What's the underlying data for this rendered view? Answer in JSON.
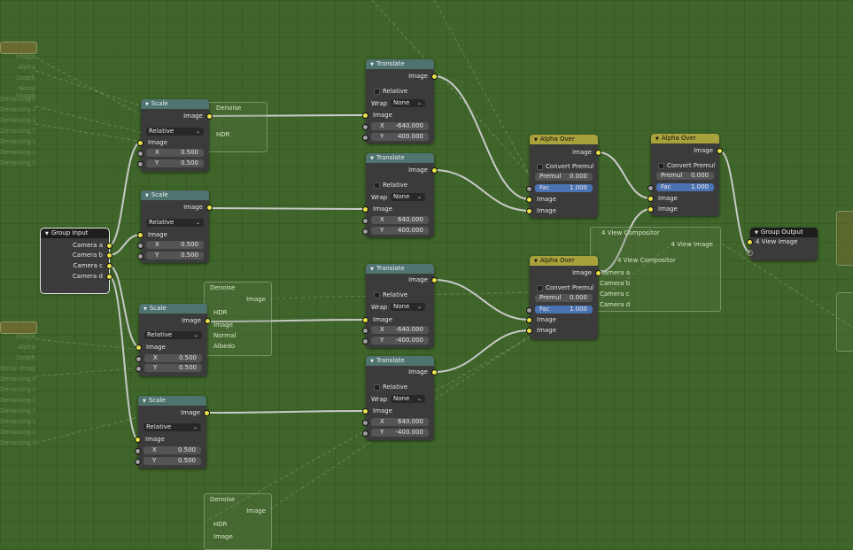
{
  "colors": {
    "background": "#3f652a",
    "distort_header": "#4f7470",
    "mix_header": "#a8a13c",
    "group_header": "#1d1d1d",
    "node_body": "#3b3b3b",
    "image_socket": "#e8e24a",
    "value_socket": "#a0a0a0",
    "fac_field": "#4b72b3"
  },
  "group_input": {
    "title": "Group Input",
    "outputs": [
      "Camera a",
      "Camera b",
      "Camera c",
      "Camera d"
    ]
  },
  "scale_nodes": [
    {
      "title": "Scale",
      "out": "Image",
      "space": "Relative",
      "in": "Image",
      "x_label": "X",
      "x": "0.500",
      "y_label": "Y",
      "y": "0.500"
    },
    {
      "title": "Scale",
      "out": "Image",
      "space": "Relative",
      "in": "Image",
      "x_label": "X",
      "x": "0.500",
      "y_label": "Y",
      "y": "0.500"
    },
    {
      "title": "Scale",
      "out": "Image",
      "space": "Relative",
      "in": "Image",
      "x_label": "X",
      "x": "0.500",
      "y_label": "Y",
      "y": "0.500"
    },
    {
      "title": "Scale",
      "out": "Image",
      "space": "Relative",
      "in": "Image",
      "x_label": "X",
      "x": "0.500",
      "y_label": "Y",
      "y": "0.500"
    }
  ],
  "translate_nodes": [
    {
      "title": "Translate",
      "out": "Image",
      "relative": "Relative",
      "wrap_label": "Wrap",
      "wrap": "None",
      "in": "Image",
      "x_label": "X",
      "x": "-640.000",
      "y_label": "Y",
      "y": "400.000"
    },
    {
      "title": "Translate",
      "out": "Image",
      "relative": "Relative",
      "wrap_label": "Wrap",
      "wrap": "None",
      "in": "Image",
      "x_label": "X",
      "x": "640.000",
      "y_label": "Y",
      "y": "400.000"
    },
    {
      "title": "Translate",
      "out": "Image",
      "relative": "Relative",
      "wrap_label": "Wrap",
      "wrap": "None",
      "in": "Image",
      "x_label": "X",
      "x": "-640.000",
      "y_label": "Y",
      "y": "-400.000"
    },
    {
      "title": "Translate",
      "out": "Image",
      "relative": "Relative",
      "wrap_label": "Wrap",
      "wrap": "None",
      "in": "Image",
      "x_label": "X",
      "x": "640.000",
      "y_label": "Y",
      "y": "-400.000"
    }
  ],
  "alpha_over_nodes": [
    {
      "title": "Alpha Over",
      "out": "Image",
      "convert": "Convert Premul",
      "premul_label": "Premul",
      "premul": "0.000",
      "fac_label": "Fac",
      "fac": "1.000",
      "in1": "Image",
      "in2": "Image"
    },
    {
      "title": "Alpha Over",
      "out": "Image",
      "convert": "Convert Premul",
      "premul_label": "Premul",
      "premul": "0.000",
      "fac_label": "Fac",
      "fac": "1.000",
      "in1": "Image",
      "in2": "Image"
    },
    {
      "title": "Alpha Over",
      "out": "Image",
      "convert": "Convert Premul",
      "premul_label": "Premul",
      "premul": "0.000",
      "fac_label": "Fac",
      "fac": "1.000",
      "in1": "Image",
      "in2": "Image"
    }
  ],
  "group_output": {
    "title": "Group Output",
    "input": "4 View Image"
  },
  "background_nodes": {
    "left_labels": [
      "Image",
      "Alpha",
      "Depth",
      "Noisy Image",
      "Denoising Normal",
      "Denoising Albedo",
      "Denoising Depth",
      "Denoising Shadowing",
      "Denoising Variance",
      "Denoising Intensity",
      "Denoising Clean"
    ],
    "left_labels_2": [
      "Image",
      "Alpha",
      "Depth",
      "Noisy Image",
      "Denoising Normal",
      "Denoising Albedo",
      "Denoising Depth",
      "Denoising Shadowing",
      "Denoising Variance",
      "Denoising Intensity",
      "Denoising Clean"
    ],
    "denoise_title": "Denoise",
    "denoise_out": "Image",
    "hdr": "HDR",
    "denoise_in": [
      "Image",
      "Normal",
      "Albedo"
    ],
    "group_title": "4 View Compositor",
    "group_out": "4 View Image",
    "group_sel": "4 View Compositor",
    "group_in": [
      "Camera a",
      "Camera b",
      "Camera c",
      "Camera d"
    ]
  }
}
